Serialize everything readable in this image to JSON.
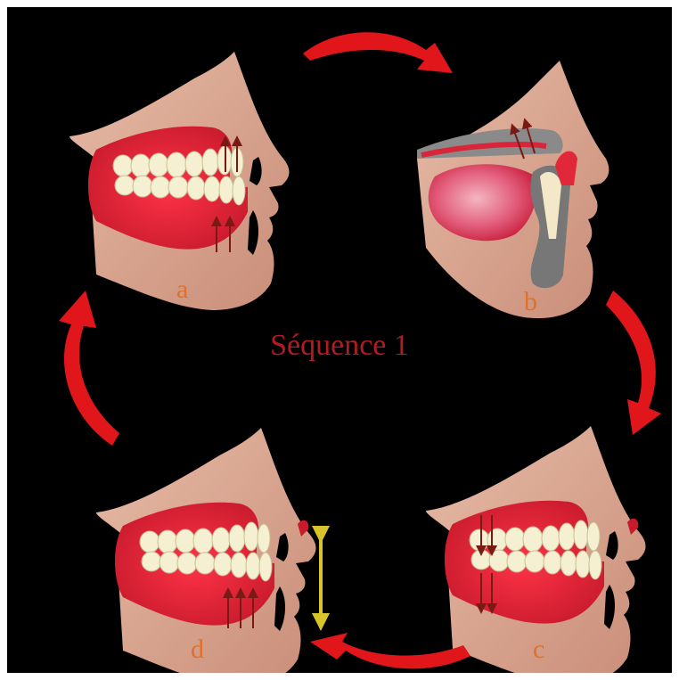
{
  "title": "Séquence 1",
  "panels": [
    {
      "id": "a",
      "label": "a"
    },
    {
      "id": "b",
      "label": "b"
    },
    {
      "id": "c",
      "label": "c"
    },
    {
      "id": "d",
      "label": "d"
    }
  ],
  "colors": {
    "background": "#000000",
    "title": "#b01c22",
    "label": "#e0702a",
    "cycle_arrow": "#e0161b",
    "skin": "#d9a793",
    "gum": "#e0283a",
    "tooth": "#f6f0d2",
    "force_arrow": "#7a1a14",
    "double_arrow": "#d8c32a",
    "bone": "#777777"
  },
  "icons": {
    "cycle_arrows": "curved-red-arrow",
    "vertical_arrow": "double-headed-arrow"
  }
}
